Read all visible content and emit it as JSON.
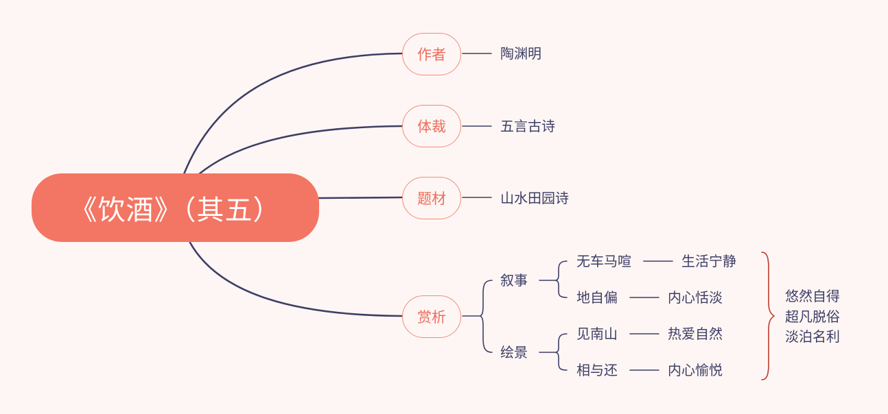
{
  "root": {
    "label": "《饮酒》（其五）"
  },
  "branches": [
    {
      "label": "作者",
      "value": "陶渊明"
    },
    {
      "label": "体裁",
      "value": "五言古诗"
    },
    {
      "label": "题材",
      "value": "山水田园诗"
    },
    {
      "label": "赏析"
    }
  ],
  "analysis": {
    "groups": [
      {
        "label": "叙事",
        "items": [
          {
            "scene": "无车马喧",
            "meaning": "生活宁静"
          },
          {
            "scene": "地自偏",
            "meaning": "内心恬淡"
          }
        ]
      },
      {
        "label": "绘景",
        "items": [
          {
            "scene": "见南山",
            "meaning": "热爱自然"
          },
          {
            "scene": "相与还",
            "meaning": "内心愉悦"
          }
        ]
      }
    ],
    "summary": [
      "悠然自得",
      "超凡脱俗",
      "淡泊名利"
    ]
  },
  "colors": {
    "background": "#fef6f4",
    "root_fill": "#f37563",
    "branch_border": "#f08a7a",
    "branch_text": "#ee6c5b",
    "connector": "#3e3e66",
    "brace": "#c0392b"
  }
}
